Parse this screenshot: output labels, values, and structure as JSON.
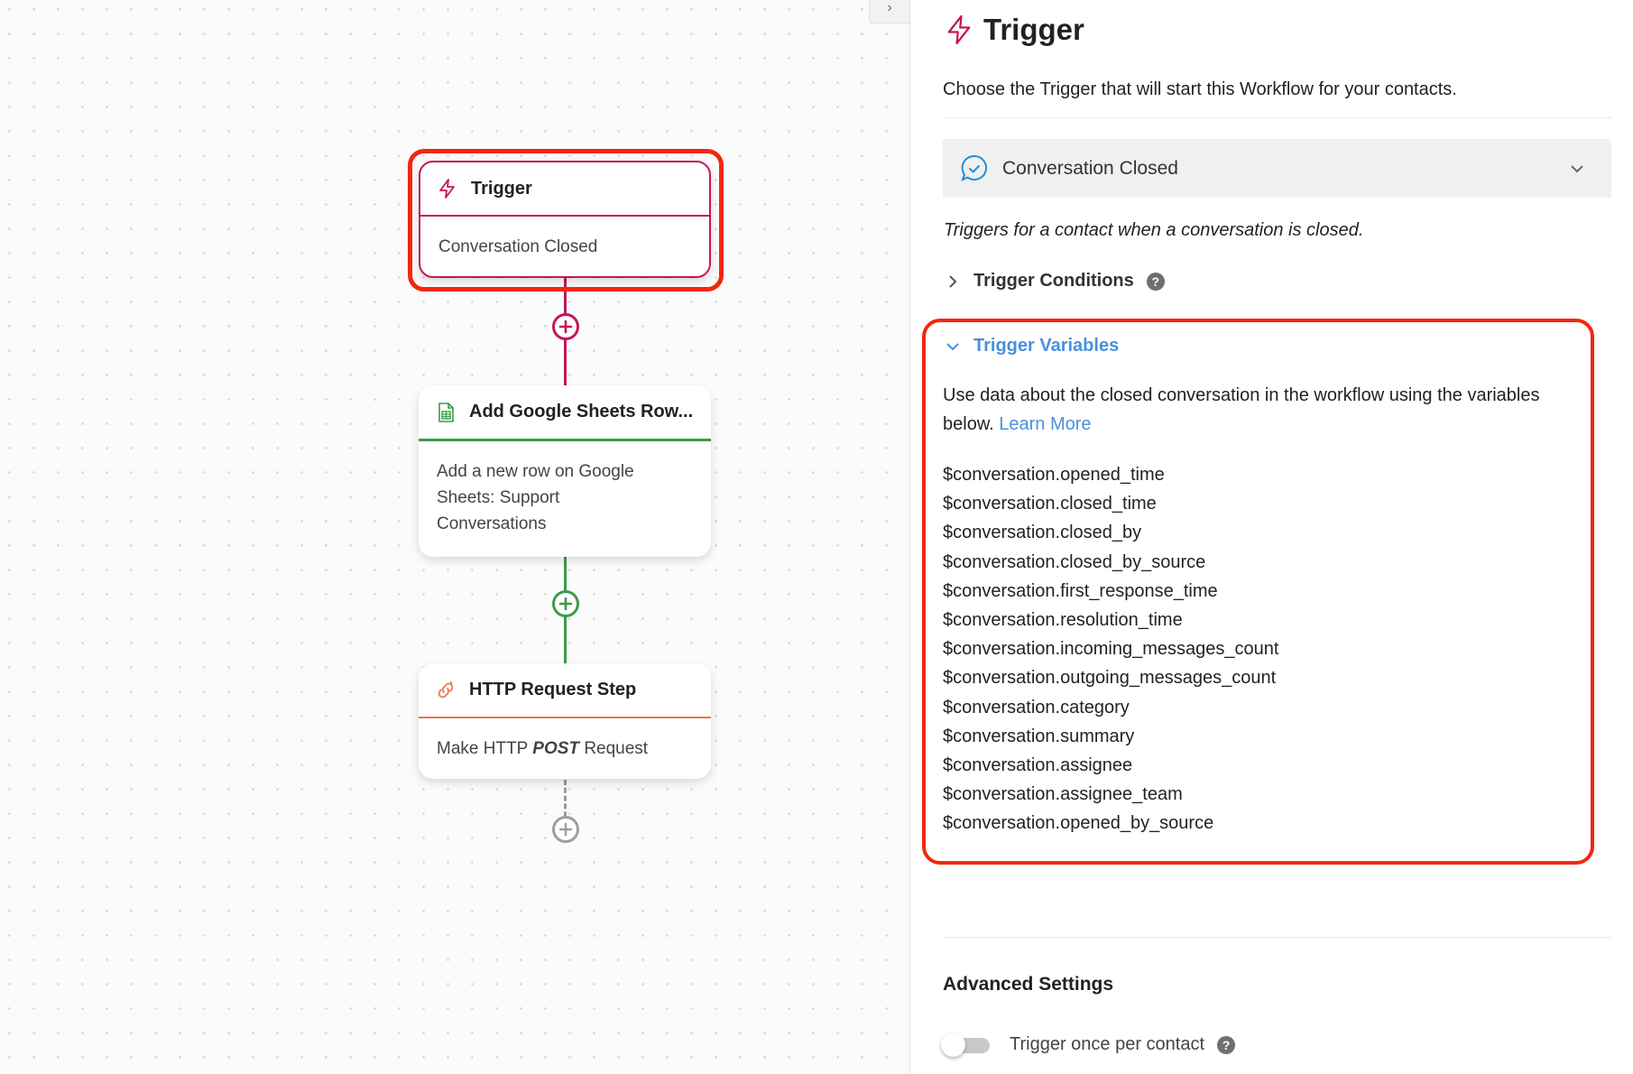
{
  "canvas": {
    "collapse_button_icon": "chevron-right-icon",
    "nodes": [
      {
        "title": "Trigger",
        "icon": "lightning-icon",
        "body": "Conversation Closed",
        "accent": "#c2185b"
      },
      {
        "title": "Add Google Sheets Row...",
        "icon": "google-sheets-icon",
        "body": "Add a new row on Google Sheets: Support Conversations",
        "accent": "#3c9b4a"
      },
      {
        "title": "HTTP Request Step",
        "icon": "http-link-icon",
        "body_prefix": "Make HTTP",
        "body_method": "POST",
        "body_suffix": "Request",
        "accent": "#e8774a"
      }
    ],
    "add_step_icon": "plus-circle-icon"
  },
  "panel": {
    "title": "Trigger",
    "title_icon": "lightning-icon",
    "description": "Choose the Trigger that will start this Workflow for your contacts.",
    "trigger_select": {
      "value": "Conversation Closed",
      "icon": "chat-check-icon"
    },
    "trigger_description": "Triggers for a contact when a conversation is closed.",
    "conditions": {
      "label": "Trigger Conditions",
      "expanded": false
    },
    "variables": {
      "label": "Trigger Variables",
      "expanded": true,
      "description": "Use data about the closed conversation in the workflow using the variables below.",
      "learn_more": "Learn More",
      "items": [
        "$conversation.opened_time",
        "$conversation.closed_time",
        "$conversation.closed_by",
        "$conversation.closed_by_source",
        "$conversation.first_response_time",
        "$conversation.resolution_time",
        "$conversation.incoming_messages_count",
        "$conversation.outgoing_messages_count",
        "$conversation.category",
        "$conversation.summary",
        "$conversation.assignee",
        "$conversation.assignee_team",
        "$conversation.opened_by_source"
      ]
    },
    "advanced": {
      "title": "Advanced Settings",
      "trigger_once_label": "Trigger once per contact",
      "trigger_once_enabled": false
    }
  },
  "colors": {
    "trigger_accent": "#c2185b",
    "sheets_accent": "#3c9b4a",
    "http_accent": "#e8774a",
    "link_blue": "#4a8fe0",
    "highlight_red": "#f3260d"
  }
}
